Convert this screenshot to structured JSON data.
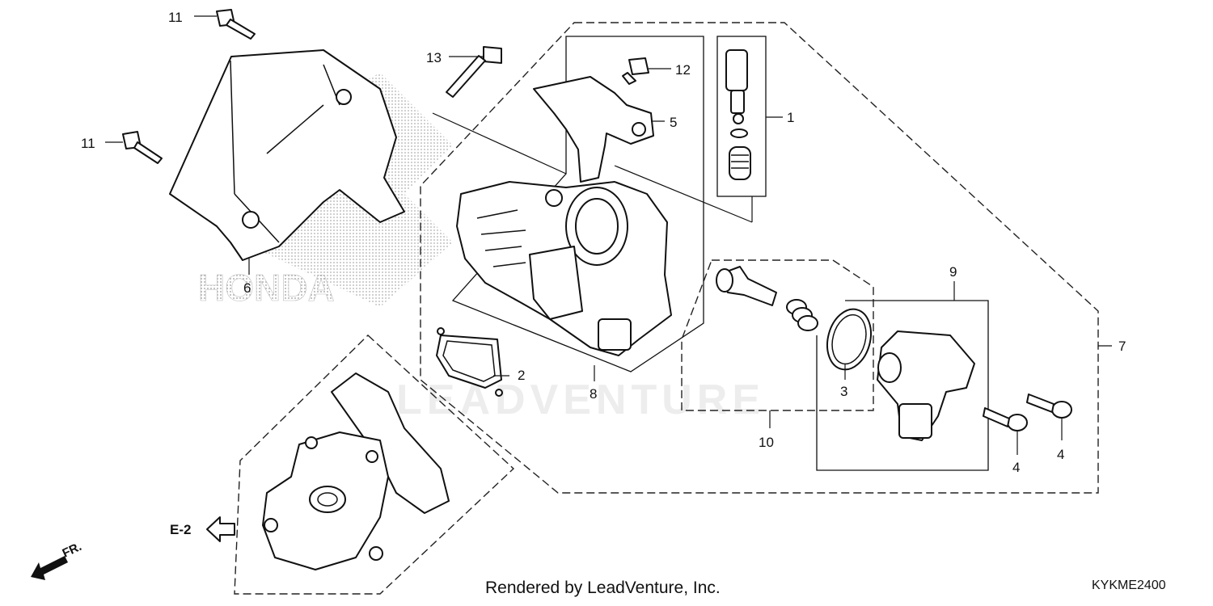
{
  "diagram": {
    "callouts": [
      "11",
      "11",
      "13",
      "12",
      "1",
      "5",
      "6",
      "2",
      "8",
      "9",
      "7",
      "3",
      "10",
      "4",
      "4"
    ],
    "ref_label": "E-2",
    "direction_label": "FR."
  },
  "watermark": {
    "honda": "HONDA",
    "leadventure": "LEADVENTURE"
  },
  "footer": {
    "rendered_by": "Rendered by LeadVenture, Inc.",
    "code": "KYKME2400"
  }
}
